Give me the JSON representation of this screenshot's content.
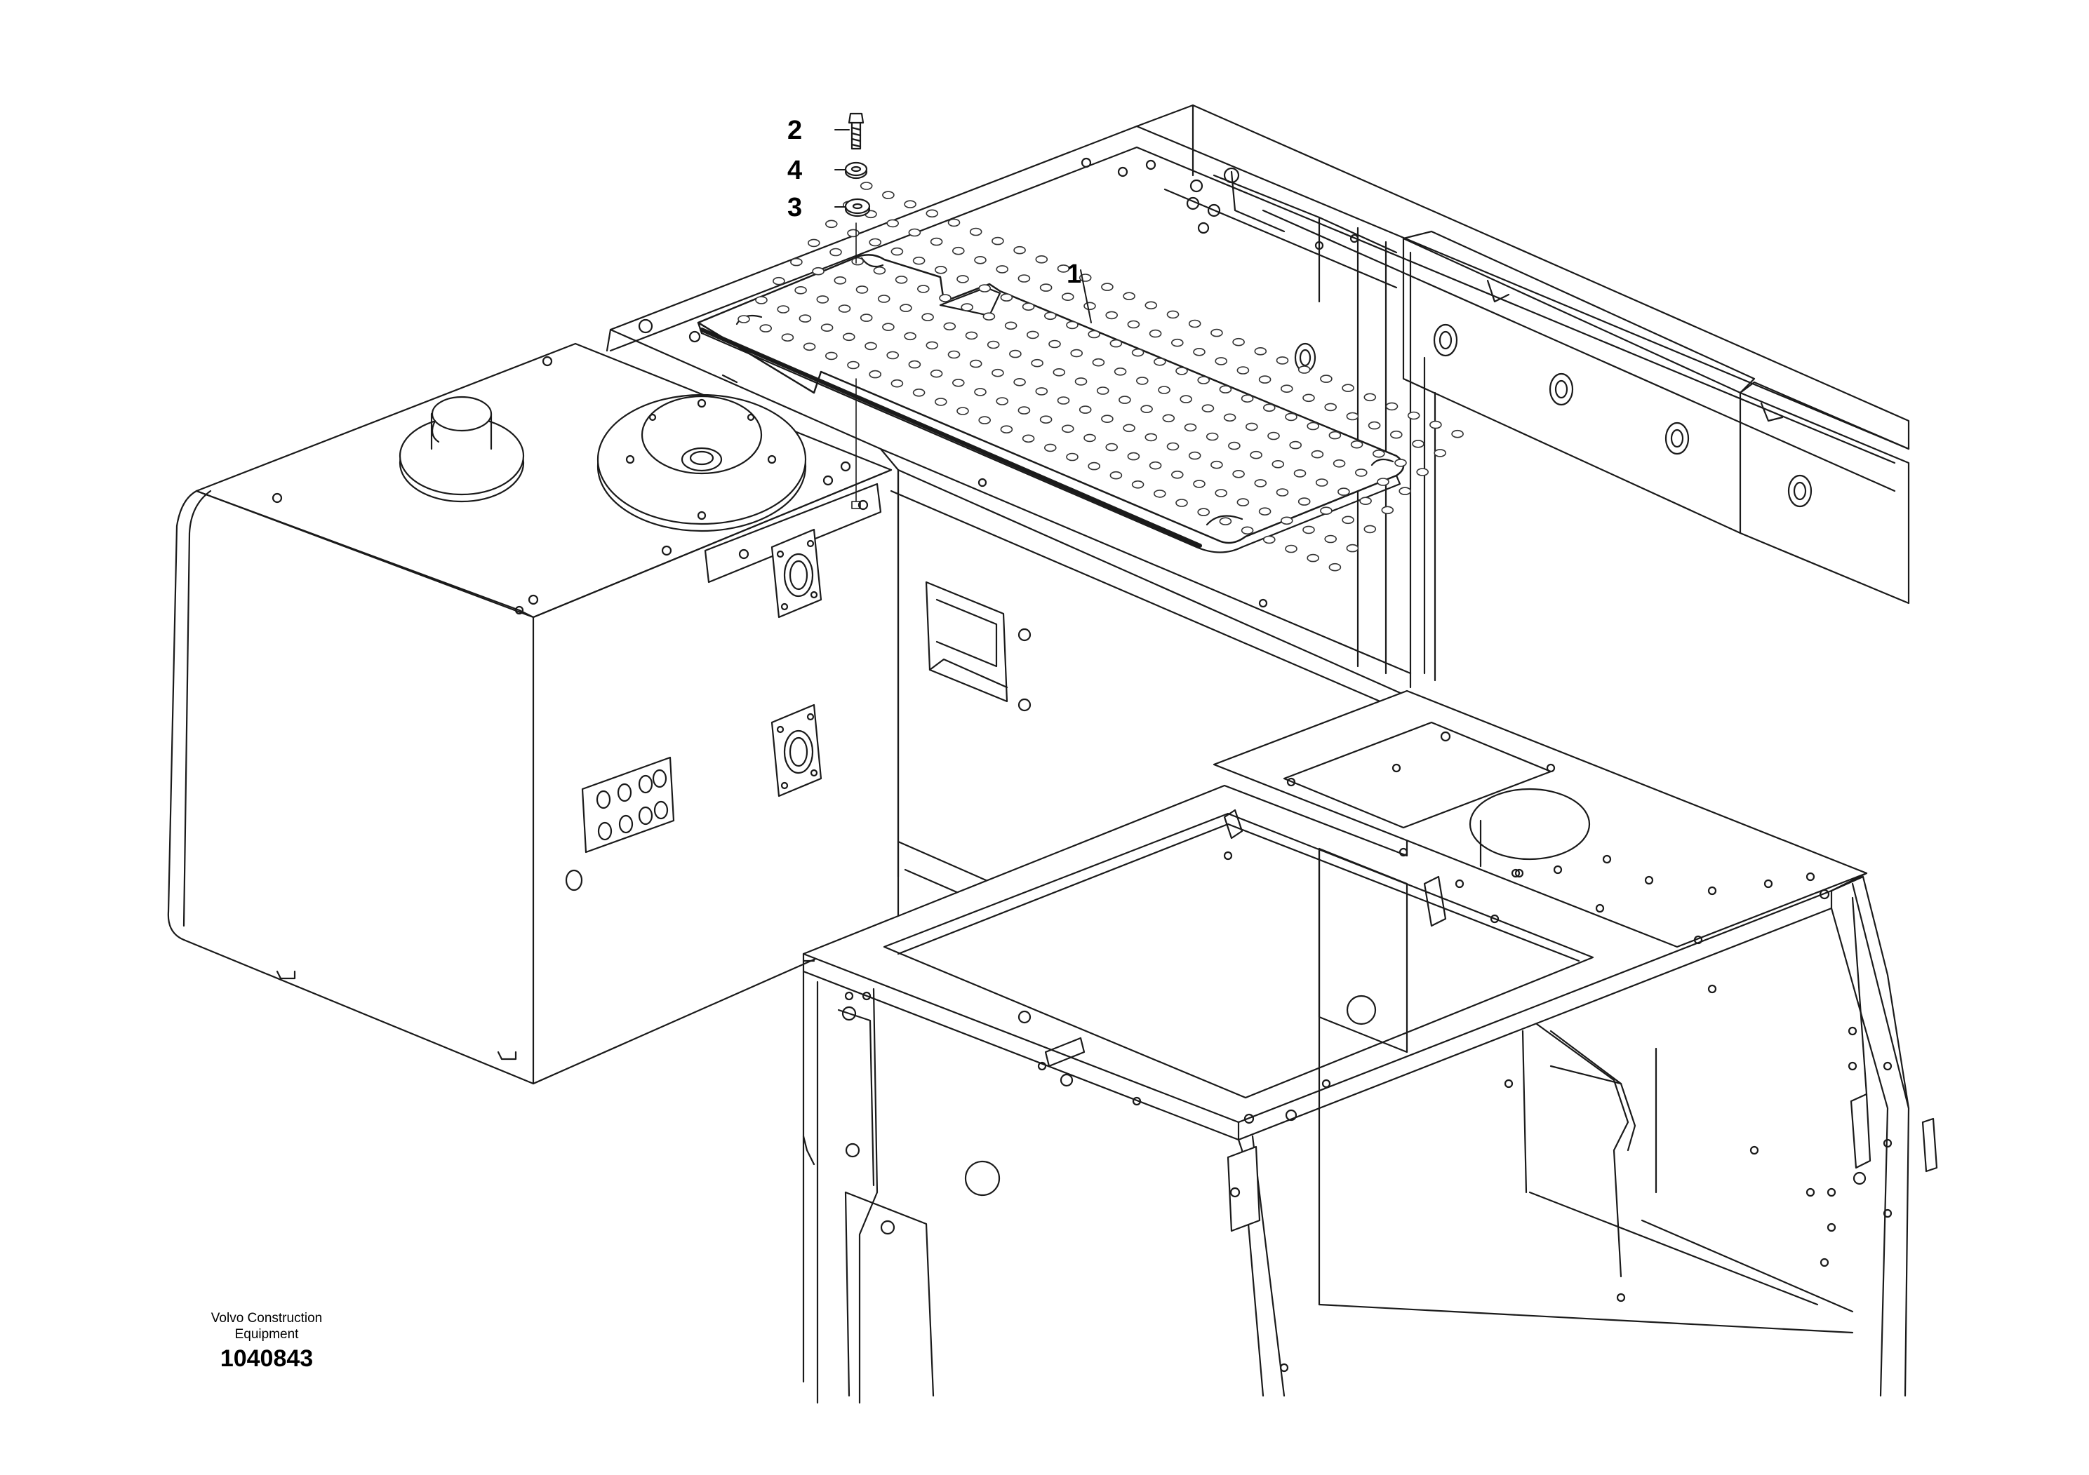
{
  "callouts": [
    {
      "id": "1",
      "label": "1"
    },
    {
      "id": "2",
      "label": "2"
    },
    {
      "id": "3",
      "label": "3"
    },
    {
      "id": "4",
      "label": "4"
    }
  ],
  "caption": {
    "company_line1": "Volvo Construction",
    "company_line2": "Equipment",
    "drawing_number": "1040843"
  },
  "colors": {
    "line": "#1a1a1a",
    "background": "#ffffff",
    "panel_fill": "#ffffff",
    "perforation_stroke": "#333333"
  }
}
